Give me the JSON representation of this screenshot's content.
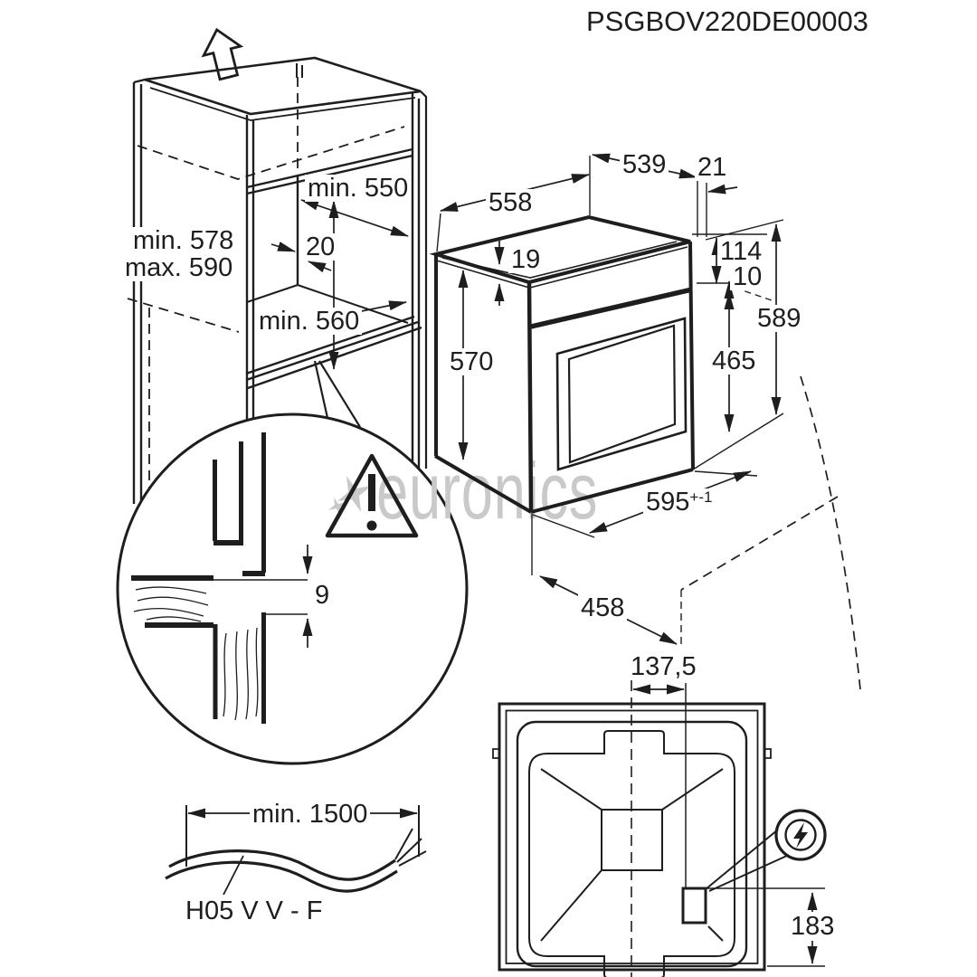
{
  "document": {
    "code": "PSGBOV220DE00003",
    "watermark": "euronics"
  },
  "cabinet": {
    "niche_depth_top": "min. 550",
    "niche_height_min": "min. 578",
    "niche_height_max": "max. 590",
    "rear_gap": "20",
    "niche_depth_bottom": "min. 560"
  },
  "oven": {
    "width_top": "558",
    "depth_top": "539",
    "rear_clearance": "21",
    "top_thickness": "19",
    "control_panel_height": "114",
    "front_gap": "10",
    "front_height": "589",
    "body_height": "570",
    "door_height": "465",
    "front_width": "595",
    "front_width_tolerance": "+-1",
    "body_depth": "458"
  },
  "detail": {
    "ventilation_gap": "9"
  },
  "rear_view": {
    "mains_offset_horizontal": "137,5",
    "mains_offset_vertical": "183"
  },
  "cable": {
    "min_length": "min. 1500",
    "cable_type": "H05 V V - F"
  }
}
